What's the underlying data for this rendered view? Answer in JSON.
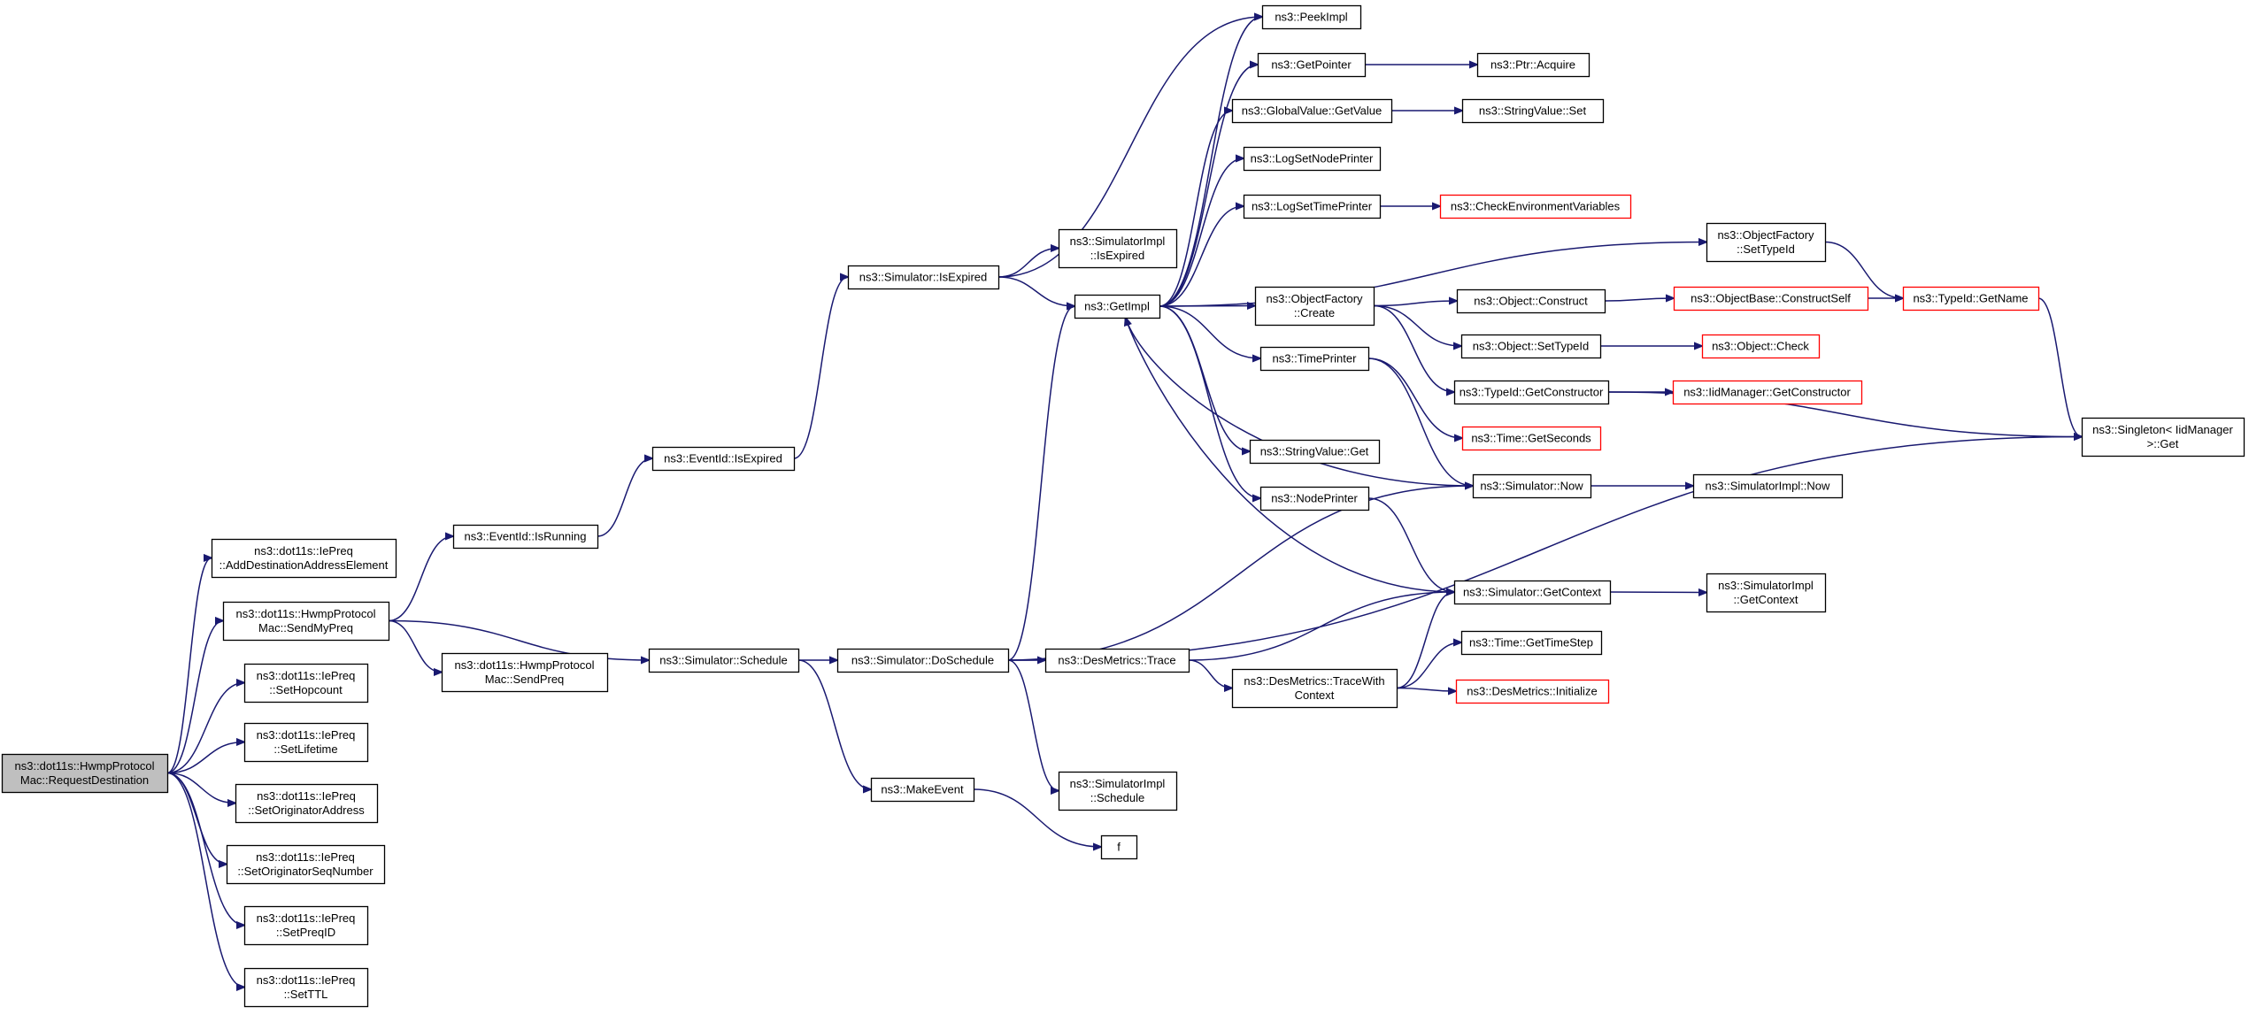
{
  "colors": {
    "edge": "#191970",
    "node_border": "#000000",
    "truncated_border": "#ff0000",
    "root_fill": "#bfbfbf",
    "node_fill": "#ffffff"
  },
  "nodes": [
    {
      "id": "root",
      "lines": [
        "ns3::dot11s::HwmpProtocol",
        "Mac::RequestDestination"
      ],
      "style": "root"
    },
    {
      "id": "addDest",
      "lines": [
        "ns3::dot11s::IePreq",
        "::AddDestinationAddressElement"
      ],
      "style": "normal"
    },
    {
      "id": "sendMyPreq",
      "lines": [
        "ns3::dot11s::HwmpProtocol",
        "Mac::SendMyPreq"
      ],
      "style": "normal"
    },
    {
      "id": "setHopcount",
      "lines": [
        "ns3::dot11s::IePreq",
        "::SetHopcount"
      ],
      "style": "normal"
    },
    {
      "id": "setLifetime",
      "lines": [
        "ns3::dot11s::IePreq",
        "::SetLifetime"
      ],
      "style": "normal"
    },
    {
      "id": "setOrigAddr",
      "lines": [
        "ns3::dot11s::IePreq",
        "::SetOriginatorAddress"
      ],
      "style": "normal"
    },
    {
      "id": "setOrigSeq",
      "lines": [
        "ns3::dot11s::IePreq",
        "::SetOriginatorSeqNumber"
      ],
      "style": "normal"
    },
    {
      "id": "setPreqID",
      "lines": [
        "ns3::dot11s::IePreq",
        "::SetPreqID"
      ],
      "style": "normal"
    },
    {
      "id": "setTTL",
      "lines": [
        "ns3::dot11s::IePreq",
        "::SetTTL"
      ],
      "style": "normal"
    },
    {
      "id": "isRunning",
      "lines": [
        "ns3::EventId::IsRunning"
      ],
      "style": "normal"
    },
    {
      "id": "sendPreq",
      "lines": [
        "ns3::dot11s::HwmpProtocol",
        "Mac::SendPreq"
      ],
      "style": "normal"
    },
    {
      "id": "schedule",
      "lines": [
        "ns3::Simulator::Schedule"
      ],
      "style": "normal"
    },
    {
      "id": "eventIsExpired",
      "lines": [
        "ns3::EventId::IsExpired"
      ],
      "style": "normal"
    },
    {
      "id": "simIsExpired",
      "lines": [
        "ns3::Simulator::IsExpired"
      ],
      "style": "normal"
    },
    {
      "id": "doSchedule",
      "lines": [
        "ns3::Simulator::DoSchedule"
      ],
      "style": "normal"
    },
    {
      "id": "makeEvent",
      "lines": [
        "ns3::MakeEvent"
      ],
      "style": "normal"
    },
    {
      "id": "simImplIsExpired",
      "lines": [
        "ns3::SimulatorImpl",
        "::IsExpired"
      ],
      "style": "normal"
    },
    {
      "id": "getImpl",
      "lines": [
        "ns3::GetImpl"
      ],
      "style": "normal"
    },
    {
      "id": "desTrace",
      "lines": [
        "ns3::DesMetrics::Trace"
      ],
      "style": "normal"
    },
    {
      "id": "simImplSchedule",
      "lines": [
        "ns3::SimulatorImpl",
        "::Schedule"
      ],
      "style": "normal"
    },
    {
      "id": "f",
      "lines": [
        "f"
      ],
      "style": "normal"
    },
    {
      "id": "peekImpl",
      "lines": [
        "ns3::PeekImpl"
      ],
      "style": "normal"
    },
    {
      "id": "getPointer",
      "lines": [
        "ns3::GetPointer"
      ],
      "style": "normal"
    },
    {
      "id": "globalGetValue",
      "lines": [
        "ns3::GlobalValue::GetValue"
      ],
      "style": "normal"
    },
    {
      "id": "logSetNodePrinter",
      "lines": [
        "ns3::LogSetNodePrinter"
      ],
      "style": "normal"
    },
    {
      "id": "logSetTimePrinter",
      "lines": [
        "ns3::LogSetTimePrinter"
      ],
      "style": "normal"
    },
    {
      "id": "objFactoryCreate",
      "lines": [
        "ns3::ObjectFactory",
        "::Create"
      ],
      "style": "normal"
    },
    {
      "id": "timePrinter",
      "lines": [
        "ns3::TimePrinter"
      ],
      "style": "normal"
    },
    {
      "id": "stringValueGet",
      "lines": [
        "ns3::StringValue::Get"
      ],
      "style": "normal"
    },
    {
      "id": "nodePrinter",
      "lines": [
        "ns3::NodePrinter"
      ],
      "style": "normal"
    },
    {
      "id": "traceWithContext",
      "lines": [
        "ns3::DesMetrics::TraceWith",
        "Context"
      ],
      "style": "normal"
    },
    {
      "id": "ptrAcquire",
      "lines": [
        "ns3::Ptr::Acquire"
      ],
      "style": "normal"
    },
    {
      "id": "stringValueSet",
      "lines": [
        "ns3::StringValue::Set"
      ],
      "style": "normal"
    },
    {
      "id": "checkEnvVars",
      "lines": [
        "ns3::CheckEnvironmentVariables"
      ],
      "style": "truncated"
    },
    {
      "id": "objFactorySetTypeId",
      "lines": [
        "ns3::ObjectFactory",
        "::SetTypeId"
      ],
      "style": "normal"
    },
    {
      "id": "objectConstruct",
      "lines": [
        "ns3::Object::Construct"
      ],
      "style": "normal"
    },
    {
      "id": "objectSetTypeId",
      "lines": [
        "ns3::Object::SetTypeId"
      ],
      "style": "normal"
    },
    {
      "id": "typeIdGetConstructor",
      "lines": [
        "ns3::TypeId::GetConstructor"
      ],
      "style": "normal"
    },
    {
      "id": "timeGetSeconds",
      "lines": [
        "ns3::Time::GetSeconds"
      ],
      "style": "truncated"
    },
    {
      "id": "simNow",
      "lines": [
        "ns3::Simulator::Now"
      ],
      "style": "normal"
    },
    {
      "id": "simGetContext",
      "lines": [
        "ns3::Simulator::GetContext"
      ],
      "style": "normal"
    },
    {
      "id": "timeGetTimeStep",
      "lines": [
        "ns3::Time::GetTimeStep"
      ],
      "style": "normal"
    },
    {
      "id": "desInitialize",
      "lines": [
        "ns3::DesMetrics::Initialize"
      ],
      "style": "truncated"
    },
    {
      "id": "constructSelf",
      "lines": [
        "ns3::ObjectBase::ConstructSelf"
      ],
      "style": "truncated"
    },
    {
      "id": "objectCheck",
      "lines": [
        "ns3::Object::Check"
      ],
      "style": "truncated"
    },
    {
      "id": "iidGetConstructor",
      "lines": [
        "ns3::IidManager::GetConstructor"
      ],
      "style": "truncated"
    },
    {
      "id": "simImplNow",
      "lines": [
        "ns3::SimulatorImpl::Now"
      ],
      "style": "normal"
    },
    {
      "id": "simImplGetContext",
      "lines": [
        "ns3::SimulatorImpl",
        "::GetContext"
      ],
      "style": "normal"
    },
    {
      "id": "typeIdGetName",
      "lines": [
        "ns3::TypeId::GetName"
      ],
      "style": "truncated"
    },
    {
      "id": "singletonGet",
      "lines": [
        "ns3::Singleton< IidManager",
        " >::Get"
      ],
      "style": "normal"
    }
  ],
  "edges": [
    [
      "root",
      "addDest"
    ],
    [
      "root",
      "sendMyPreq"
    ],
    [
      "root",
      "setHopcount"
    ],
    [
      "root",
      "setLifetime"
    ],
    [
      "root",
      "setOrigAddr"
    ],
    [
      "root",
      "setOrigSeq"
    ],
    [
      "root",
      "setPreqID"
    ],
    [
      "root",
      "setTTL"
    ],
    [
      "sendMyPreq",
      "isRunning"
    ],
    [
      "sendMyPreq",
      "sendPreq"
    ],
    [
      "sendMyPreq",
      "schedule"
    ],
    [
      "isRunning",
      "eventIsExpired"
    ],
    [
      "eventIsExpired",
      "simIsExpired"
    ],
    [
      "simIsExpired",
      "peekImpl"
    ],
    [
      "simIsExpired",
      "simImplIsExpired"
    ],
    [
      "simIsExpired",
      "getImpl"
    ],
    [
      "schedule",
      "doSchedule"
    ],
    [
      "schedule",
      "makeEvent"
    ],
    [
      "makeEvent",
      "f"
    ],
    [
      "doSchedule",
      "getImpl"
    ],
    [
      "doSchedule",
      "desTrace"
    ],
    [
      "doSchedule",
      "simImplSchedule"
    ],
    [
      "doSchedule",
      "simNow"
    ],
    [
      "doSchedule",
      "singletonGet"
    ],
    [
      "getImpl",
      "peekImpl"
    ],
    [
      "getImpl",
      "getPointer"
    ],
    [
      "getImpl",
      "globalGetValue"
    ],
    [
      "getImpl",
      "logSetNodePrinter"
    ],
    [
      "getImpl",
      "logSetTimePrinter"
    ],
    [
      "getImpl",
      "objFactorySetTypeId"
    ],
    [
      "getImpl",
      "objFactoryCreate"
    ],
    [
      "getImpl",
      "timePrinter"
    ],
    [
      "getImpl",
      "stringValueGet"
    ],
    [
      "getImpl",
      "nodePrinter"
    ],
    [
      "getPointer",
      "ptrAcquire"
    ],
    [
      "globalGetValue",
      "stringValueSet"
    ],
    [
      "logSetTimePrinter",
      "checkEnvVars"
    ],
    [
      "objFactoryCreate",
      "objectConstruct"
    ],
    [
      "objFactoryCreate",
      "objectSetTypeId"
    ],
    [
      "objFactoryCreate",
      "typeIdGetConstructor"
    ],
    [
      "objFactorySetTypeId",
      "typeIdGetName"
    ],
    [
      "objectConstruct",
      "constructSelf"
    ],
    [
      "constructSelf",
      "typeIdGetName"
    ],
    [
      "objectSetTypeId",
      "objectCheck"
    ],
    [
      "typeIdGetConstructor",
      "iidGetConstructor"
    ],
    [
      "typeIdGetConstructor",
      "singletonGet"
    ],
    [
      "typeIdGetName",
      "singletonGet"
    ],
    [
      "timePrinter",
      "timeGetSeconds"
    ],
    [
      "timePrinter",
      "simNow"
    ],
    [
      "nodePrinter",
      "simGetContext"
    ],
    [
      "simNow",
      "getImpl"
    ],
    [
      "simNow",
      "simImplNow"
    ],
    [
      "simGetContext",
      "getImpl"
    ],
    [
      "simGetContext",
      "simImplGetContext"
    ],
    [
      "desTrace",
      "simGetContext"
    ],
    [
      "desTrace",
      "traceWithContext"
    ],
    [
      "traceWithContext",
      "simGetContext"
    ],
    [
      "traceWithContext",
      "timeGetTimeStep"
    ],
    [
      "traceWithContext",
      "desInitialize"
    ]
  ]
}
